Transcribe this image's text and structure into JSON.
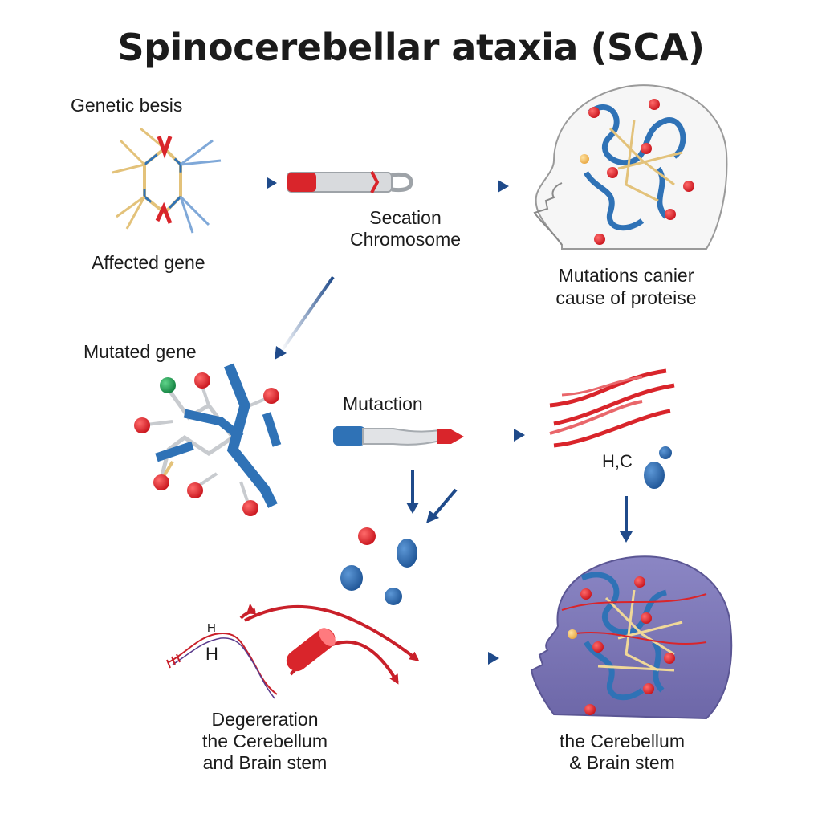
{
  "title": "Spinocerebellar ataxia (SCA)",
  "labels": {
    "genetic_basis": "Genetic besis",
    "affected_gene": "Affected gene",
    "chromosome_line1": "Secation",
    "chromosome_line2": "Chromosome",
    "mutations_line1": "Mutations canier",
    "mutations_line2": "cause of proteise",
    "mutated_gene": "Mutated gene",
    "mutaction": "Mutaction",
    "h2c": "H,C",
    "h_small": "H",
    "h_large": "H",
    "degeneration_line1": "Degereration",
    "degeneration_line2": "the Cerebellum",
    "degeneration_line3": "and Brain stem",
    "cerebellum_line1": "the Cerebellum",
    "cerebellum_line2": "& Brain stem"
  },
  "colors": {
    "arrow": "#1f4a8a",
    "red": "#d9252b",
    "blue": "#2f72b6",
    "tan": "#e3c27a",
    "head_purple": "#7e78b6"
  }
}
